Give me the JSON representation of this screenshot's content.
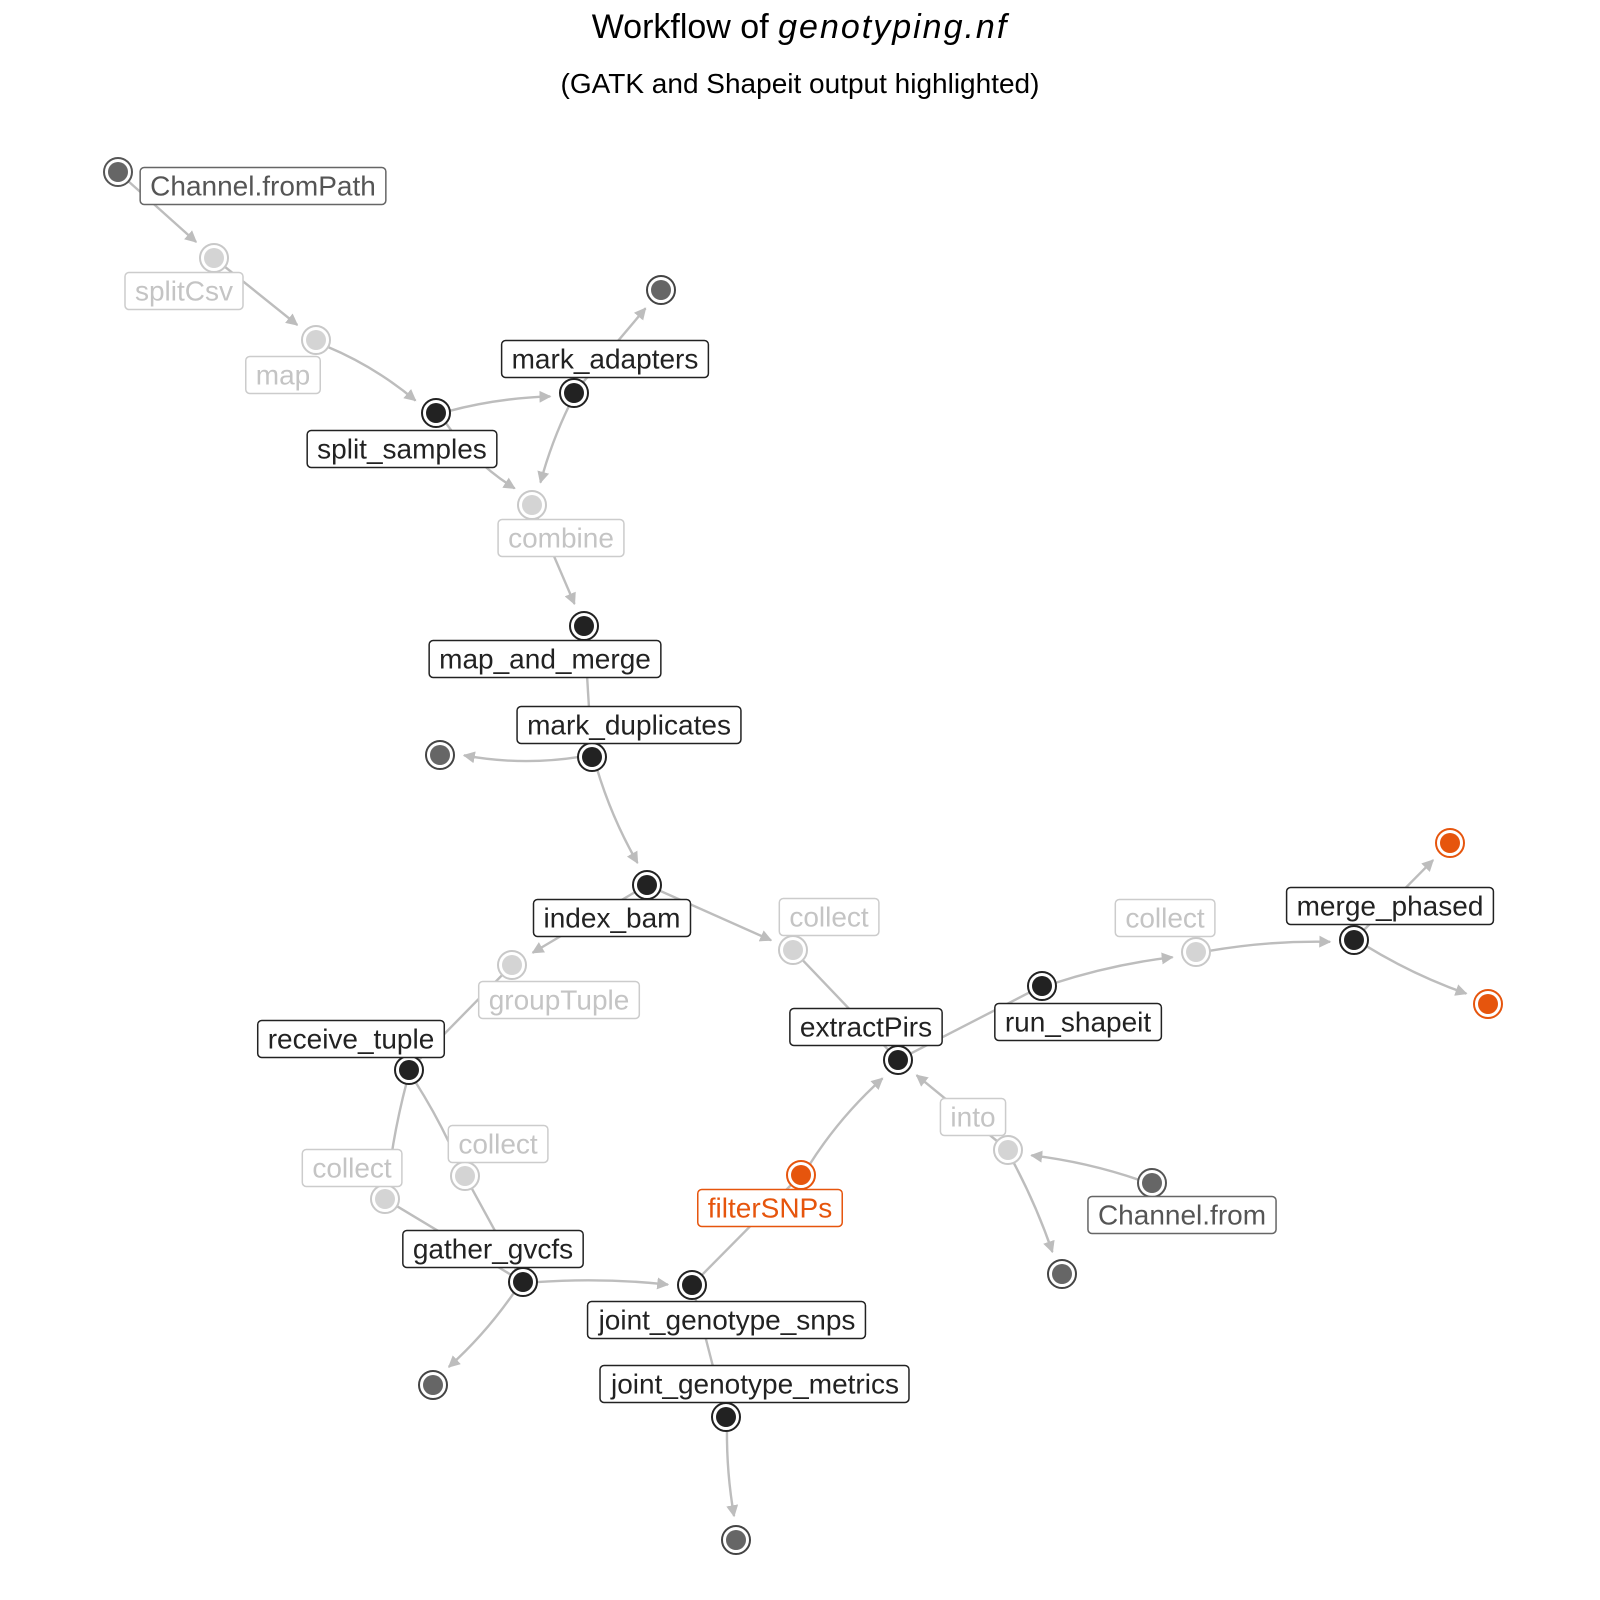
{
  "title": {
    "prefix": "Workflow of",
    "workflow": "genotyping.nf"
  },
  "subtitle": "(GATK and Shapeit output highlighted)",
  "colors": {
    "process": "#222222",
    "channel": "#666666",
    "operator": "#cccccc",
    "highlight": "#e6550d",
    "edge": "#bdbdbd"
  },
  "nodes": [
    {
      "id": "channel_frompath",
      "label": "Channel.fromPath",
      "kind": "channel"
    },
    {
      "id": "splitcsv",
      "label": "splitCsv",
      "kind": "operator"
    },
    {
      "id": "map",
      "label": "map",
      "kind": "operator"
    },
    {
      "id": "split_samples",
      "label": "split_samples",
      "kind": "process"
    },
    {
      "id": "mark_adapters",
      "label": "mark_adapters",
      "kind": "process"
    },
    {
      "id": "out_mark_adapters",
      "label": "",
      "kind": "output"
    },
    {
      "id": "combine",
      "label": "combine",
      "kind": "operator"
    },
    {
      "id": "map_and_merge",
      "label": "map_and_merge",
      "kind": "process"
    },
    {
      "id": "mark_duplicates",
      "label": "mark_duplicates",
      "kind": "process"
    },
    {
      "id": "out_mark_duplicates",
      "label": "",
      "kind": "output"
    },
    {
      "id": "index_bam",
      "label": "index_bam",
      "kind": "process"
    },
    {
      "id": "grouptuple",
      "label": "groupTuple",
      "kind": "operator"
    },
    {
      "id": "collect_a",
      "label": "collect",
      "kind": "operator"
    },
    {
      "id": "receive_tuple",
      "label": "receive_tuple",
      "kind": "process"
    },
    {
      "id": "collect_b",
      "label": "collect",
      "kind": "operator"
    },
    {
      "id": "collect_c",
      "label": "collect",
      "kind": "operator"
    },
    {
      "id": "gather_gvcfs",
      "label": "gather_gvcfs",
      "kind": "process"
    },
    {
      "id": "out_gather_gvcfs",
      "label": "",
      "kind": "output"
    },
    {
      "id": "joint_genotype_snps",
      "label": "joint_genotype_snps",
      "kind": "process"
    },
    {
      "id": "joint_genotype_metrics",
      "label": "joint_genotype_metrics",
      "kind": "process"
    },
    {
      "id": "out_joint_genotype_metrics",
      "label": "",
      "kind": "output"
    },
    {
      "id": "filtersnps",
      "label": "filterSNPs",
      "kind": "highlight"
    },
    {
      "id": "extractpirs",
      "label": "extractPirs",
      "kind": "process"
    },
    {
      "id": "into",
      "label": "into",
      "kind": "operator"
    },
    {
      "id": "out_into",
      "label": "",
      "kind": "output"
    },
    {
      "id": "channel_from",
      "label": "Channel.from",
      "kind": "channel"
    },
    {
      "id": "run_shapeit",
      "label": "run_shapeit",
      "kind": "process"
    },
    {
      "id": "collect_d",
      "label": "collect",
      "kind": "operator"
    },
    {
      "id": "merge_phased",
      "label": "merge_phased",
      "kind": "process"
    },
    {
      "id": "out_phased_1",
      "label": "",
      "kind": "highlight_output"
    },
    {
      "id": "out_phased_2",
      "label": "",
      "kind": "highlight_output"
    }
  ],
  "edges": [
    [
      "channel_frompath",
      "splitcsv"
    ],
    [
      "splitcsv",
      "map"
    ],
    [
      "map",
      "split_samples"
    ],
    [
      "split_samples",
      "mark_adapters"
    ],
    [
      "split_samples",
      "combine"
    ],
    [
      "mark_adapters",
      "out_mark_adapters"
    ],
    [
      "mark_adapters",
      "combine"
    ],
    [
      "combine",
      "map_and_merge"
    ],
    [
      "map_and_merge",
      "mark_duplicates"
    ],
    [
      "mark_duplicates",
      "out_mark_duplicates"
    ],
    [
      "mark_duplicates",
      "index_bam"
    ],
    [
      "index_bam",
      "grouptuple"
    ],
    [
      "index_bam",
      "collect_a"
    ],
    [
      "grouptuple",
      "receive_tuple"
    ],
    [
      "receive_tuple",
      "collect_b"
    ],
    [
      "receive_tuple",
      "collect_c"
    ],
    [
      "collect_b",
      "gather_gvcfs"
    ],
    [
      "collect_c",
      "gather_gvcfs"
    ],
    [
      "gather_gvcfs",
      "out_gather_gvcfs"
    ],
    [
      "gather_gvcfs",
      "joint_genotype_snps"
    ],
    [
      "joint_genotype_snps",
      "joint_genotype_metrics"
    ],
    [
      "joint_genotype_metrics",
      "out_joint_genotype_metrics"
    ],
    [
      "joint_genotype_snps",
      "filtersnps"
    ],
    [
      "filtersnps",
      "extractpirs"
    ],
    [
      "collect_a",
      "extractpirs"
    ],
    [
      "channel_from",
      "into"
    ],
    [
      "into",
      "extractpirs"
    ],
    [
      "into",
      "out_into"
    ],
    [
      "extractpirs",
      "run_shapeit"
    ],
    [
      "run_shapeit",
      "collect_d"
    ],
    [
      "collect_d",
      "merge_phased"
    ],
    [
      "merge_phased",
      "out_phased_1"
    ],
    [
      "merge_phased",
      "out_phased_2"
    ]
  ]
}
